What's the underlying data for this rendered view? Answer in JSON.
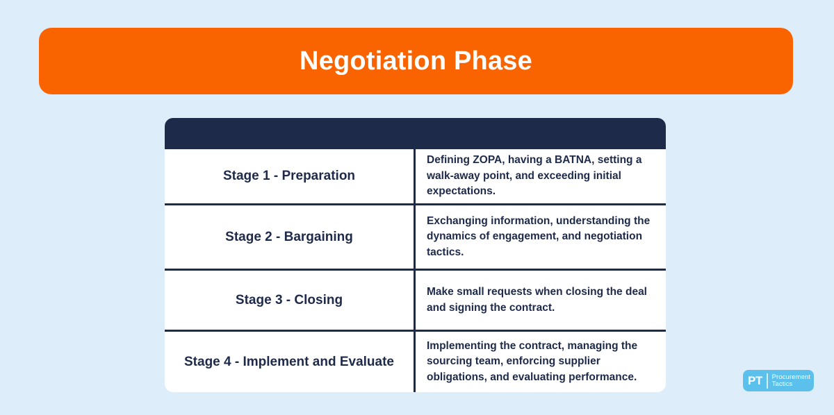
{
  "page": {
    "background_color": "#ddeefa"
  },
  "banner": {
    "title": "Negotiation Phase",
    "background_color": "#fa6400",
    "text_color": "#ffffff"
  },
  "table": {
    "header": {
      "label": "",
      "background_color": "#1e2a4a"
    },
    "accent_color": "#1e2a4a",
    "columns": [
      "",
      ""
    ],
    "rows": [
      {
        "stage": "Stage 1 - Preparation",
        "description": "Defining ZOPA, having a BATNA, setting a walk-away point, and exceeding initial expectations."
      },
      {
        "stage": "Stage 2 - Bargaining",
        "description": "Exchanging information, understanding the dynamics of engagement, and negotiation tactics."
      },
      {
        "stage": "Stage 3 - Closing",
        "description": "Make small requests when closing the deal and signing the contract."
      },
      {
        "stage": "Stage 4 - Implement and Evaluate",
        "description": "Implementing the contract, managing the sourcing team, enforcing supplier obligations, and evaluating performance."
      }
    ]
  },
  "logo": {
    "mark": "PT",
    "line1": "Procurement",
    "line2": "Tactics",
    "background_color": "#5bc0ec",
    "text_color": "#ffffff"
  }
}
